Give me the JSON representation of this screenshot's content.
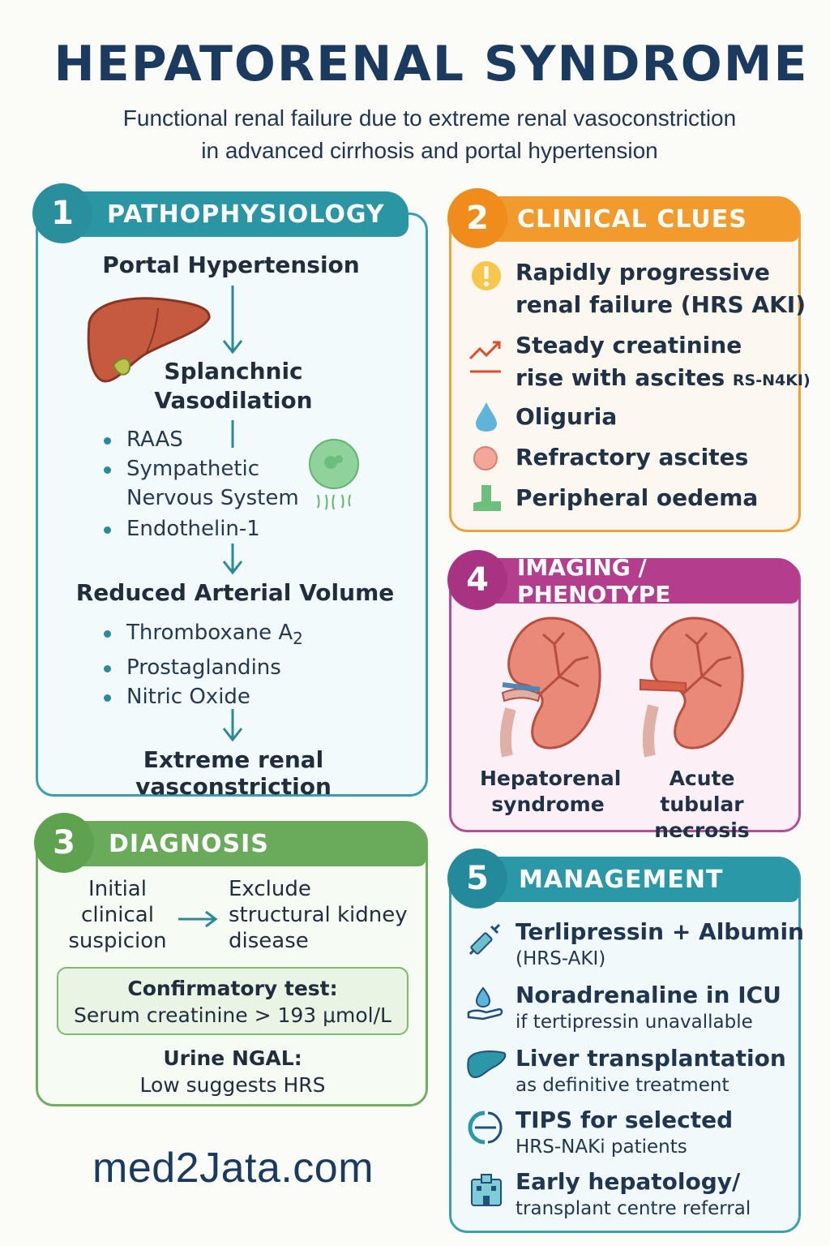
{
  "title": "HEPATORENAL SYNDROME",
  "subtitle_line1": "Functional renal failure due to extreme renal vasoconstriction",
  "subtitle_line2": "in advanced cirrhosis and portal hypertension",
  "colors": {
    "teal": "#2a95a3",
    "orange": "#f39a2c",
    "green": "#6aab5b",
    "magenta": "#b53d8e",
    "management": "#2b98a8"
  },
  "section1": {
    "number": "1",
    "heading": "PATHOPHYSIOLOGY",
    "step1": "Portal Hypertension",
    "step2_line1": "Splanchnic",
    "step2_line2": "Vasodilation",
    "mediators": [
      "RAAS",
      "Sympathetic",
      "Nervous System",
      "Endothelin-1"
    ],
    "step3": "Reduced Arterial Volume",
    "factors": [
      "Thromboxane A",
      "Prostaglandins",
      "Nitric Oxide"
    ],
    "subscript": "2",
    "step4": "Extreme renal vasconstriction"
  },
  "section2": {
    "number": "2",
    "heading": "CLINICAL CLUES",
    "clue1_line1": "Rapidly progressive",
    "clue1_line2": "renal failure (HRS AKI)",
    "clue2_line1": "Steady creatinine",
    "clue2_line2": "rise with ascites",
    "clue2_suffix": "RS-N4KI)",
    "clue3": "Oliguria",
    "clue4": "Refractory ascites",
    "clue5": "Peripheral oedema"
  },
  "section3": {
    "number": "3",
    "heading": "DIAGNOSIS",
    "initial_lines": [
      "Initial",
      "clinical",
      "suspicion"
    ],
    "exclude_lines": [
      "Exclude",
      "structural kidney",
      "disease"
    ],
    "confirm_title": "Confirmatory test:",
    "confirm_value": "Serum creatinine > 193 μmol/L",
    "ngal_title": "Urine NGAL:",
    "ngal_value": "Low suggests HRS"
  },
  "section4": {
    "number": "4",
    "heading": "IMAGING / PHENOTYPE",
    "label1_line1": "Hepatorenal",
    "label1_line2": "syndrome",
    "label2_line1": "Acute tubular",
    "label2_line2": "necrosis"
  },
  "section5": {
    "number": "5",
    "heading": "MANAGEMENT",
    "items": [
      {
        "main": "Terlipressin + Albumin",
        "sub": "(HRS-AKI)"
      },
      {
        "main": "Noradrenaline in ICU",
        "sub": "if tertipressin unavallable"
      },
      {
        "main": "Liver transplantation",
        "sub": "as definitive treatment"
      },
      {
        "main": "TIPS for selected",
        "sub": "HRS-NAKi patients"
      },
      {
        "main": "Early hepatology/",
        "sub": "transplant centre referral"
      }
    ]
  },
  "footer": {
    "logo_text": "med2Jata.com"
  }
}
